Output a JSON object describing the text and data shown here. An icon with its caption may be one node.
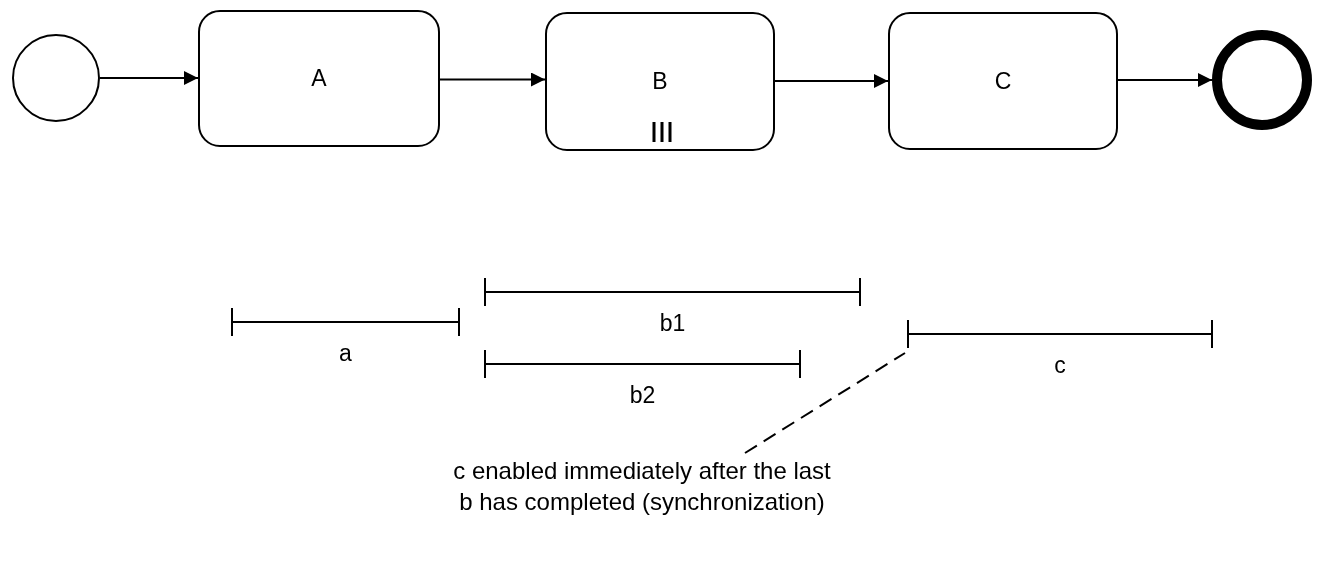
{
  "diagram": {
    "nodes": [
      {
        "text": [],
        "shape": "circle"
      },
      {
        "text": [
          "A"
        ]
      },
      {
        "text": [
          "B"
        ]
      },
      {
        "text": [
          "C"
        ]
      },
      {
        "text": [],
        "shape": "circle"
      },
      {
        "text": [],
        "shape": "bar",
        "beside": [
          "a"
        ]
      },
      {
        "text": [],
        "shape": "bar",
        "beside": [
          "b1"
        ]
      },
      {
        "text": [],
        "shape": "bar",
        "beside": [
          "b2"
        ]
      },
      {
        "text": [],
        "shape": "bar",
        "beside": [
          "c"
        ]
      },
      {
        "text": [
          "c enabled immediately after the last b has completed (synchronization)"
        ]
      }
    ],
    "edges": [
      {
        "from": 0,
        "to": 1,
        "arrow": "to"
      },
      {
        "from": 1,
        "to": 2,
        "arrow": "to"
      },
      {
        "from": 2,
        "to": 3,
        "arrow": "to"
      },
      {
        "from": 3,
        "to": 4,
        "arrow": "to"
      },
      {
        "from": 9,
        "to": 8,
        "arrow": "none",
        "style": "dashed"
      }
    ]
  }
}
